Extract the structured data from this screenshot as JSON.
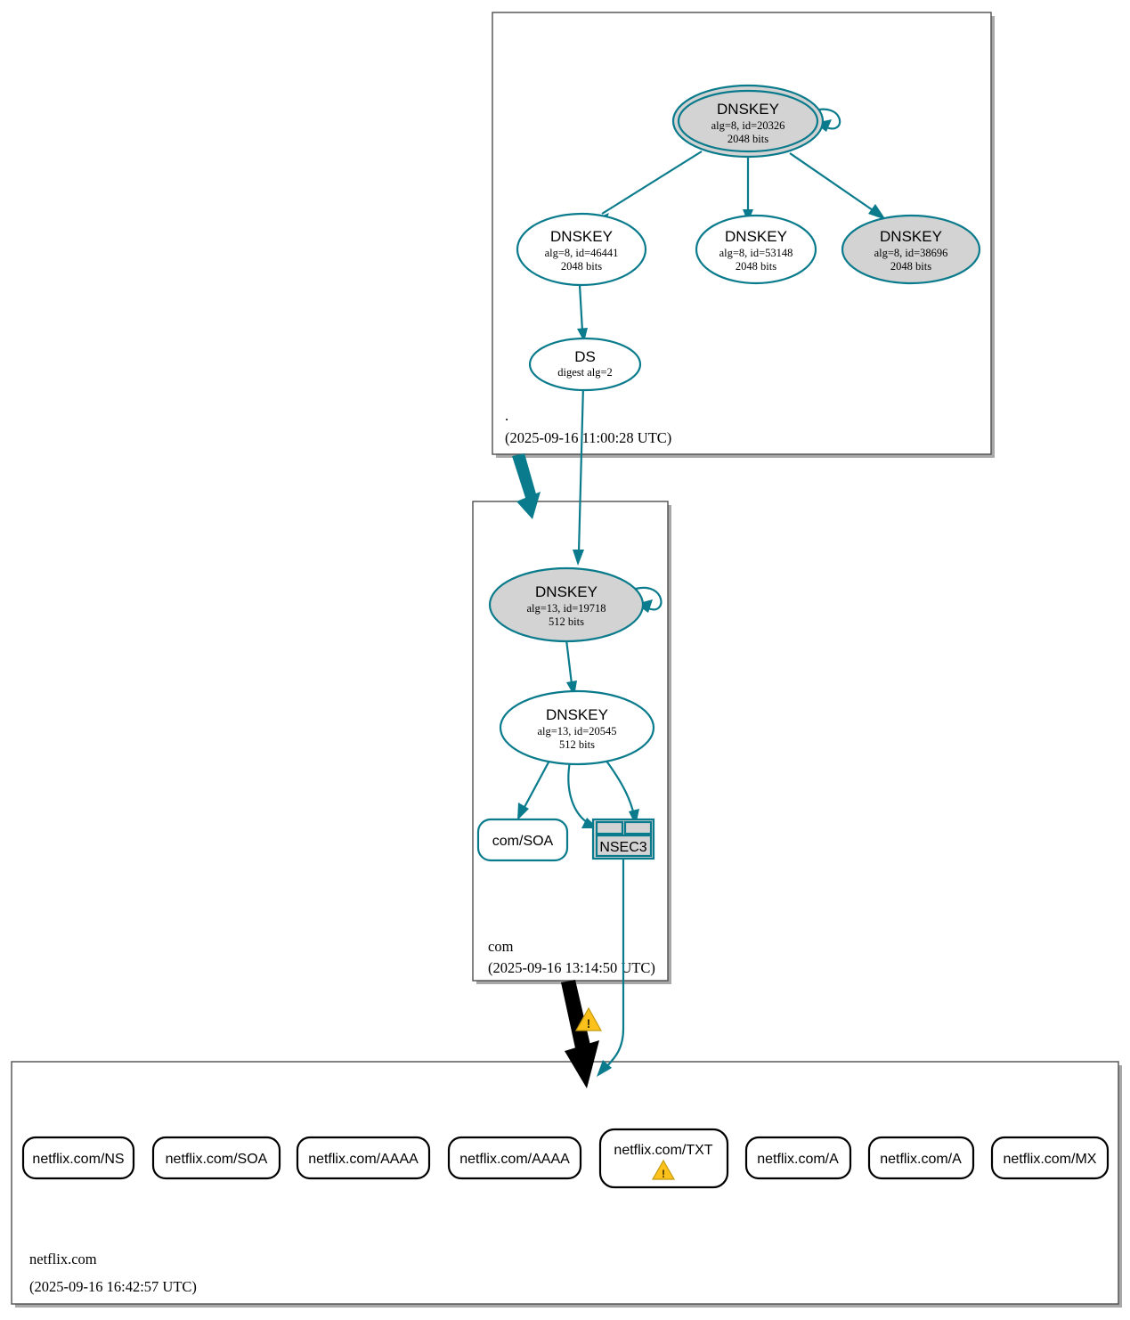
{
  "diagram": {
    "type": "dnssec-authentication-chain",
    "title_domain": "netflix.com"
  },
  "zones": [
    {
      "id": "root",
      "name": ".",
      "timestamp": "(2025-09-16 11:00:28 UTC)",
      "nodes": [
        {
          "id": "root-ksk-20326",
          "kind": "DNSKEY",
          "type_label": "DNSKEY",
          "params": "alg=8, id=20326",
          "size": "2048 bits",
          "shaded": true,
          "double_outline": true,
          "self_signed": true
        },
        {
          "id": "root-zsk-46441",
          "kind": "DNSKEY",
          "type_label": "DNSKEY",
          "params": "alg=8, id=46441",
          "size": "2048 bits",
          "shaded": false,
          "double_outline": false,
          "self_signed": false
        },
        {
          "id": "root-zsk-53148",
          "kind": "DNSKEY",
          "type_label": "DNSKEY",
          "params": "alg=8, id=53148",
          "size": "2048 bits",
          "shaded": false,
          "double_outline": false,
          "self_signed": false
        },
        {
          "id": "root-zsk-38696",
          "kind": "DNSKEY",
          "type_label": "DNSKEY",
          "params": "alg=8, id=38696",
          "size": "2048 bits",
          "shaded": true,
          "double_outline": false,
          "self_signed": false
        },
        {
          "id": "root-ds",
          "kind": "DS",
          "type_label": "DS",
          "params": "digest alg=2",
          "size": "",
          "shaded": false,
          "double_outline": false,
          "self_signed": false
        }
      ]
    },
    {
      "id": "com",
      "name": "com",
      "timestamp": "(2025-09-16 13:14:50 UTC)",
      "nodes": [
        {
          "id": "com-ksk-19718",
          "kind": "DNSKEY",
          "type_label": "DNSKEY",
          "params": "alg=13, id=19718",
          "size": "512 bits",
          "shaded": true,
          "double_outline": false,
          "self_signed": true
        },
        {
          "id": "com-zsk-20545",
          "kind": "DNSKEY",
          "type_label": "DNSKEY",
          "params": "alg=13, id=20545",
          "size": "512 bits",
          "shaded": false,
          "double_outline": false,
          "self_signed": false
        },
        {
          "id": "com-soa",
          "kind": "RRSET",
          "type_label": "com/SOA",
          "params": "",
          "size": "",
          "shaded": false
        },
        {
          "id": "com-nsec3",
          "kind": "NSEC3",
          "type_label": "NSEC3",
          "params": "",
          "size": "",
          "shaded": true
        }
      ]
    },
    {
      "id": "netflix",
      "name": "netflix.com",
      "timestamp": "(2025-09-16 16:42:57 UTC)",
      "nodes": [
        {
          "id": "nf-ns",
          "kind": "RRSET",
          "type_label": "netflix.com/NS",
          "warning": false
        },
        {
          "id": "nf-soa",
          "kind": "RRSET",
          "type_label": "netflix.com/SOA",
          "warning": false
        },
        {
          "id": "nf-aaaa1",
          "kind": "RRSET",
          "type_label": "netflix.com/AAAA",
          "warning": false
        },
        {
          "id": "nf-aaaa2",
          "kind": "RRSET",
          "type_label": "netflix.com/AAAA",
          "warning": false
        },
        {
          "id": "nf-txt",
          "kind": "RRSET",
          "type_label": "netflix.com/TXT",
          "warning": true
        },
        {
          "id": "nf-a1",
          "kind": "RRSET",
          "type_label": "netflix.com/A",
          "warning": false
        },
        {
          "id": "nf-a2",
          "kind": "RRSET",
          "type_label": "netflix.com/A",
          "warning": false
        },
        {
          "id": "nf-mx",
          "kind": "RRSET",
          "type_label": "netflix.com/MX",
          "warning": false
        }
      ]
    }
  ],
  "edges": [
    {
      "from": "root-ksk-20326",
      "to": "root-ksk-20326",
      "style": "self-loop",
      "color": "teal"
    },
    {
      "from": "root-ksk-20326",
      "to": "root-zsk-46441",
      "style": "thin",
      "color": "teal"
    },
    {
      "from": "root-ksk-20326",
      "to": "root-zsk-53148",
      "style": "thin",
      "color": "teal"
    },
    {
      "from": "root-ksk-20326",
      "to": "root-zsk-38696",
      "style": "thin",
      "color": "teal"
    },
    {
      "from": "root-zsk-46441",
      "to": "root-ds",
      "style": "thin",
      "color": "teal"
    },
    {
      "from": "root-ds",
      "to": "com-ksk-19718",
      "style": "thin",
      "color": "teal"
    },
    {
      "from": "root",
      "to": "com",
      "style": "thick-delegation",
      "color": "teal"
    },
    {
      "from": "com-ksk-19718",
      "to": "com-ksk-19718",
      "style": "self-loop",
      "color": "teal"
    },
    {
      "from": "com-ksk-19718",
      "to": "com-zsk-20545",
      "style": "thin",
      "color": "teal"
    },
    {
      "from": "com-zsk-20545",
      "to": "com-soa",
      "style": "thin",
      "color": "teal"
    },
    {
      "from": "com-zsk-20545",
      "to": "com-nsec3",
      "style": "thin",
      "color": "teal"
    },
    {
      "from": "com-zsk-20545",
      "to": "com-nsec3",
      "style": "thin",
      "color": "teal"
    },
    {
      "from": "com",
      "to": "netflix",
      "style": "thick-delegation",
      "color": "black",
      "warning": true
    },
    {
      "from": "com-nsec3",
      "to": "netflix",
      "style": "thin",
      "color": "teal"
    }
  ],
  "colors": {
    "secure_teal": "#0a7b8c",
    "shaded_fill": "#d3d3d3",
    "insecure_black": "#000000",
    "warning_yellow": "#fcc21b",
    "zone_border": "#4d4d4d",
    "zone_shadow": "#a8a8a8"
  },
  "icons": {
    "warning": "warning-triangle-icon"
  }
}
